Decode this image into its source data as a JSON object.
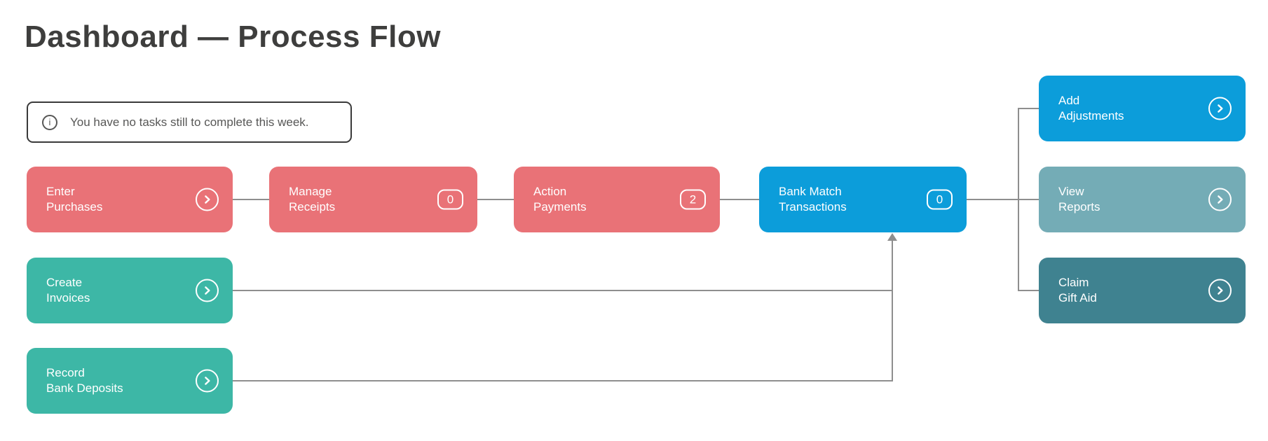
{
  "page": {
    "title": "Dashboard — Process Flow"
  },
  "notice": {
    "icon": "info-icon",
    "icon_glyph": "i",
    "text": "You have no tasks still to complete this week."
  },
  "colors": {
    "salmon": "#e97277",
    "blue": "#0c9dda",
    "teal": "#3db7a6",
    "muted_teal": "#74acb6",
    "dark_teal": "#3f8290",
    "connector": "#8e8e8e",
    "title_text": "#3e3e3d",
    "notice_text": "#575756"
  },
  "nodes": [
    {
      "id": "enter-purchases",
      "line1": "Enter",
      "line2": "Purchases",
      "color": "#e97277",
      "indicator": "chevron"
    },
    {
      "id": "manage-receipts",
      "line1": "Manage",
      "line2": "Receipts",
      "color": "#e97277",
      "indicator": "badge",
      "badge": "0"
    },
    {
      "id": "action-payments",
      "line1": "Action",
      "line2": "Payments",
      "color": "#e97277",
      "indicator": "badge",
      "badge": "2"
    },
    {
      "id": "bank-match-transactions",
      "line1": "Bank Match",
      "line2": "Transactions",
      "color": "#0c9dda",
      "indicator": "badge",
      "badge": "0"
    },
    {
      "id": "add-adjustments",
      "line1": "Add",
      "line2": "Adjustments",
      "color": "#0c9dda",
      "indicator": "chevron"
    },
    {
      "id": "view-reports",
      "line1": "View",
      "line2": "Reports",
      "color": "#74acb6",
      "indicator": "chevron"
    },
    {
      "id": "claim-gift-aid",
      "line1": "Claim",
      "line2": "Gift Aid",
      "color": "#3f8290",
      "indicator": "chevron"
    },
    {
      "id": "create-invoices",
      "line1": "Create",
      "line2": "Invoices",
      "color": "#3db7a6",
      "indicator": "chevron"
    },
    {
      "id": "record-bank-deposits",
      "line1": "Record",
      "line2": "Bank Deposits",
      "color": "#3db7a6",
      "indicator": "chevron"
    }
  ]
}
